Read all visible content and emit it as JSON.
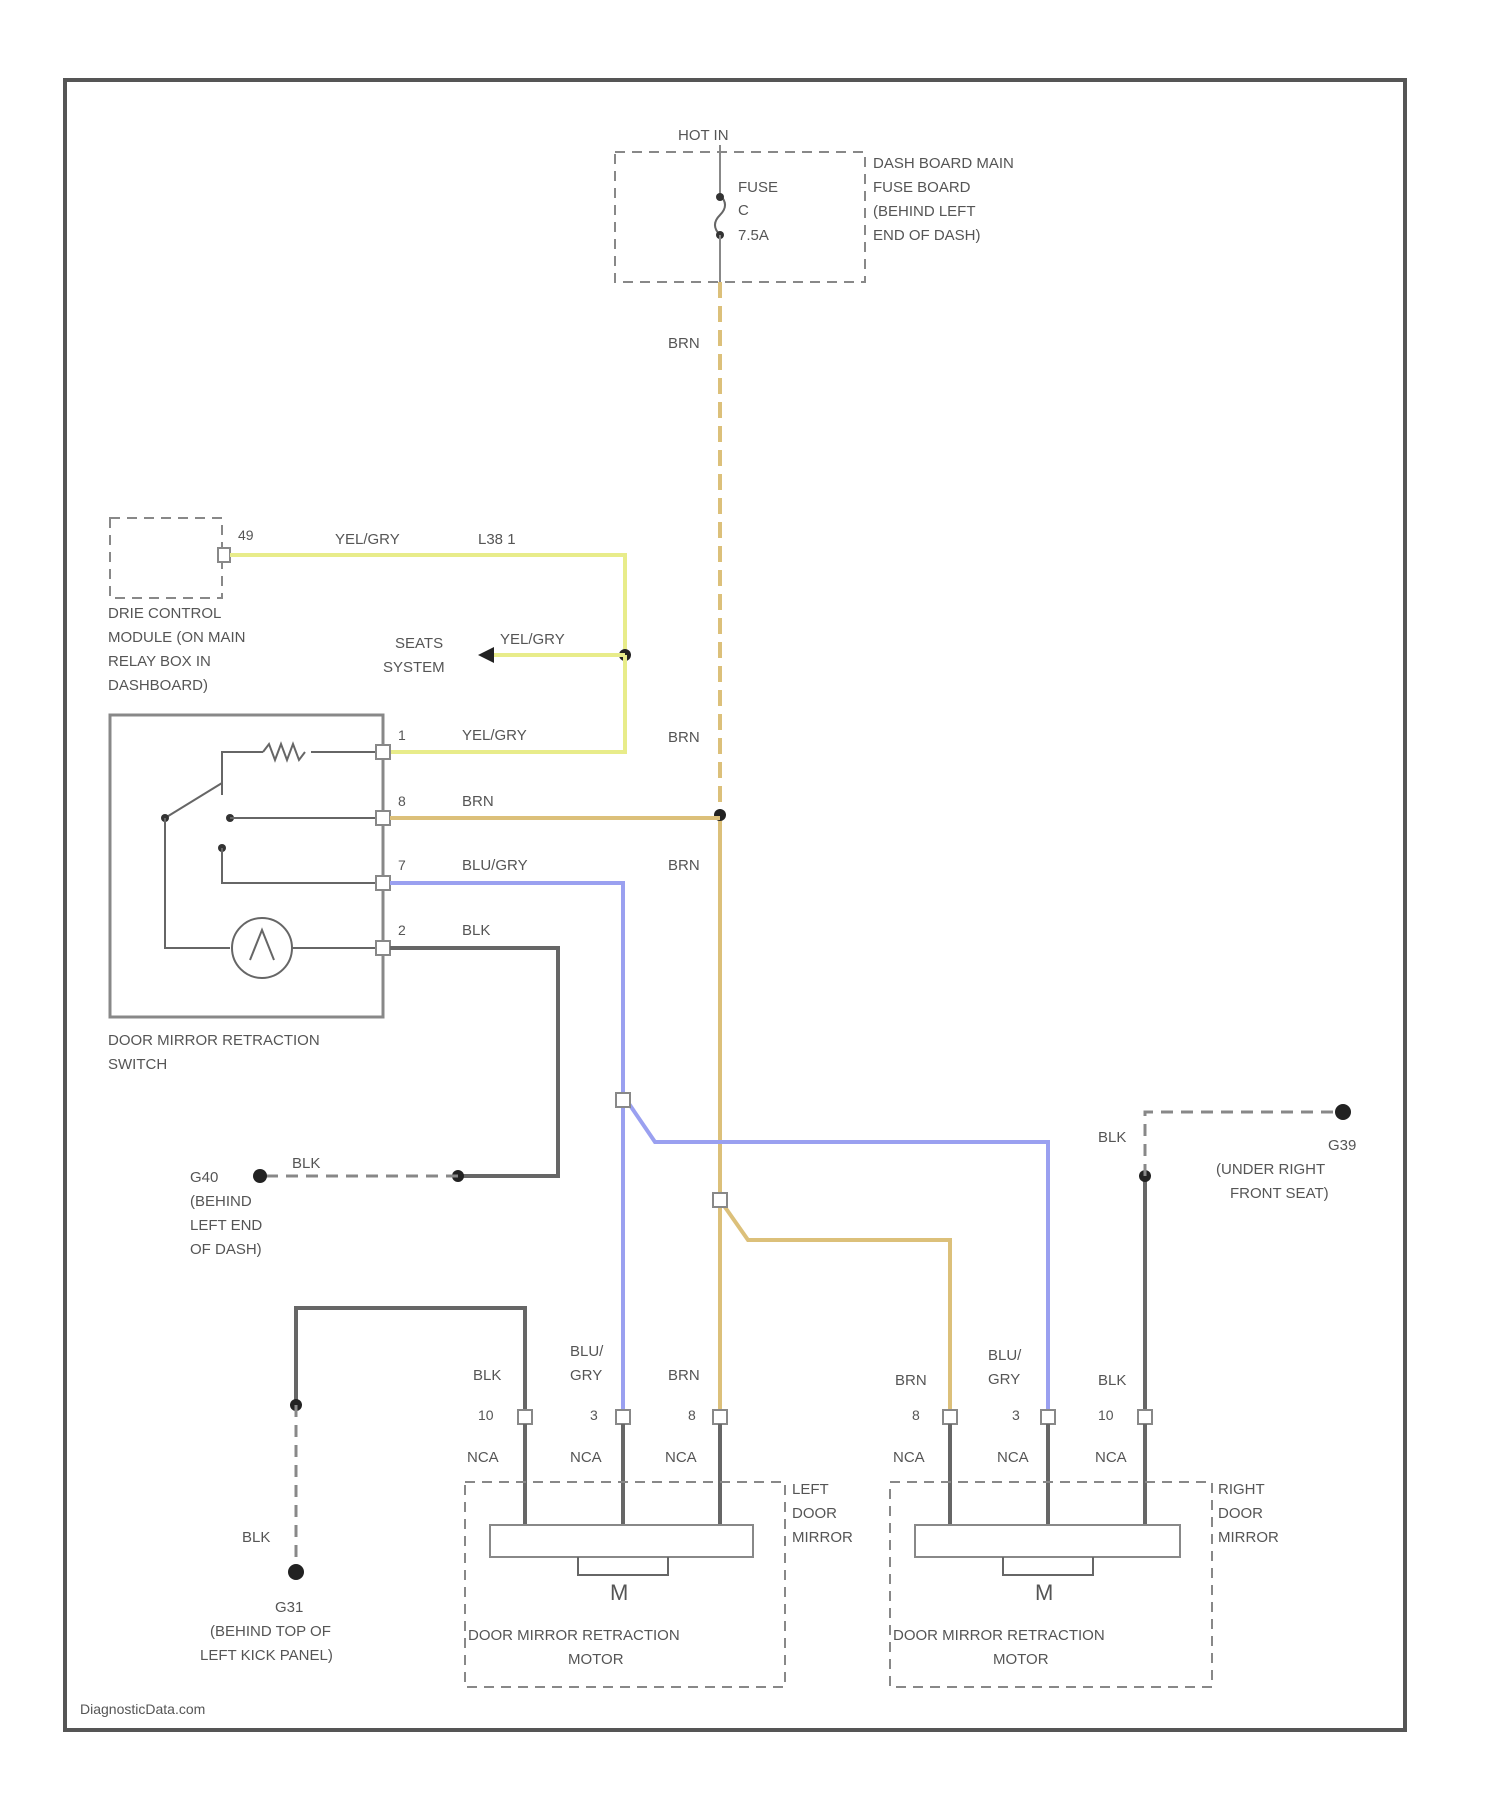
{
  "wire_colors": {
    "brn": "#dcc07a",
    "yel_gry": "#e8ec8a",
    "blu_gry": "#9aa0f0",
    "blk": "#666666",
    "frame": "#555555",
    "dash": "#888888"
  },
  "power": {
    "source": "HOT IN",
    "fuse_name": "FUSE",
    "fuse_number": "C",
    "fuse_rating": "7.5A",
    "location": [
      "DASH BOARD MAIN",
      "FUSE BOARD",
      "(BEHIND LEFT",
      "END OF DASH)"
    ]
  },
  "module": {
    "pin": "49",
    "name": [
      "DRIE CONTROL",
      "MODULE (ON MAIN",
      "RELAY BOX IN",
      "DASHBOARD)"
    ],
    "wire_color": "YEL/GRY",
    "wire_code": "L38 1"
  },
  "seats": {
    "name": [
      "SEATS",
      "SYSTEM"
    ],
    "wire_color": "YEL/GRY"
  },
  "switch": {
    "name": [
      "DOOR MIRROR RETRACTION",
      "SWITCH"
    ],
    "rows": [
      {
        "pin": "1",
        "color": "YEL/GRY"
      },
      {
        "pin": "8",
        "color": "BRN"
      },
      {
        "pin": "7",
        "color": "BLU/GRY"
      },
      {
        "pin": "2",
        "color": "BLK"
      }
    ]
  },
  "brn_labels": [
    "BRN",
    "BRN",
    "BRN"
  ],
  "grounds": {
    "g1": {
      "id": "G40",
      "location": [
        "(BEHIND",
        "LEFT END",
        "OF DASH)"
      ],
      "wire": "BLK"
    },
    "g2": {
      "id": "G31",
      "location": [
        "(BEHIND TOP OF",
        "LEFT KICK PANEL)"
      ],
      "wire": "BLK"
    },
    "g3": {
      "id": "G39",
      "location": [
        "(UNDER RIGHT",
        "FRONT SEAT)"
      ],
      "wire": "BLK"
    }
  },
  "left_mirror": {
    "title": [
      "LEFT",
      "DOOR",
      "MIRROR"
    ],
    "motor": [
      "DOOR MIRROR RETRACTION",
      "MOTOR"
    ],
    "motor_symbol": "M",
    "wires": [
      {
        "color": "BLK",
        "pin": "10",
        "conn": "NCA"
      },
      {
        "color": [
          "BLU/",
          "GRY"
        ],
        "pin": "3",
        "conn": "NCA"
      },
      {
        "color": "BRN",
        "pin": "8",
        "conn": "NCA"
      }
    ]
  },
  "right_mirror": {
    "title": [
      "RIGHT",
      "DOOR",
      "MIRROR"
    ],
    "motor": [
      "DOOR MIRROR RETRACTION",
      "MOTOR"
    ],
    "motor_symbol": "M",
    "wires": [
      {
        "color": "BRN",
        "pin": "8",
        "conn": "NCA"
      },
      {
        "color": [
          "BLU/",
          "GRY"
        ],
        "pin": "3",
        "conn": "NCA"
      },
      {
        "color": "BLK",
        "pin": "10",
        "conn": "NCA"
      }
    ]
  },
  "watermark": "DiagnosticData.com"
}
